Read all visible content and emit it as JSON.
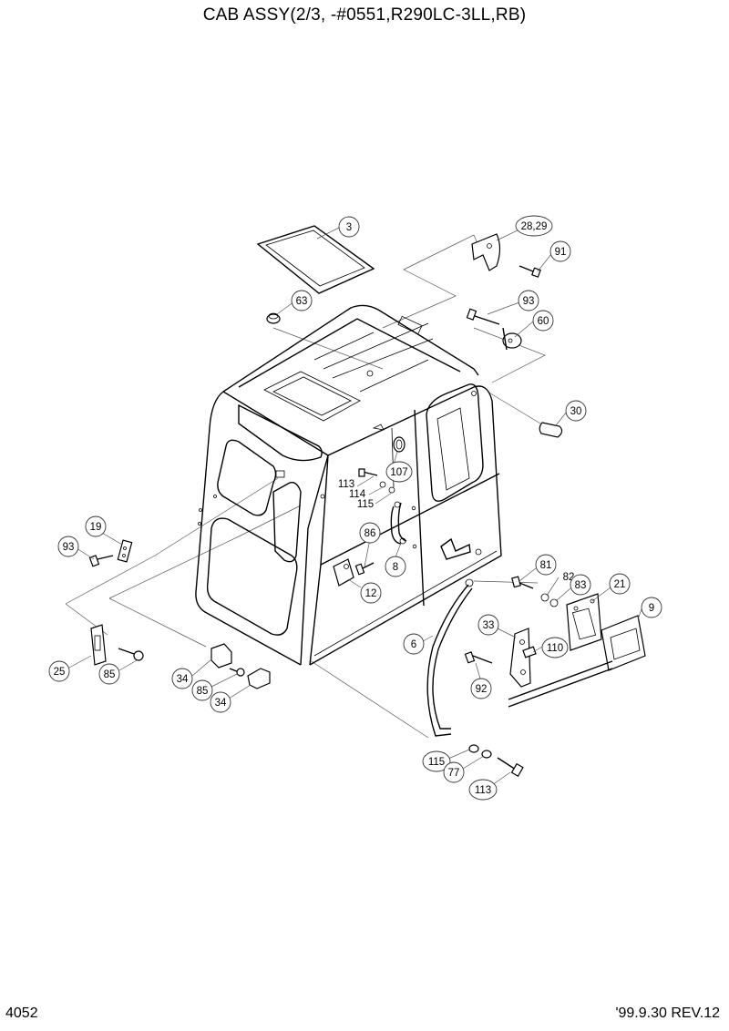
{
  "header": {
    "title": "CAB ASSY(2/3, -#0551,R290LC-3LL,RB)"
  },
  "footer": {
    "page_number": "4052",
    "revision": "'99.9.30 REV.12"
  },
  "callouts": [
    {
      "id": "c3",
      "label": "3"
    },
    {
      "id": "c2829",
      "label": "28,29"
    },
    {
      "id": "c91",
      "label": "91"
    },
    {
      "id": "c63",
      "label": "63"
    },
    {
      "id": "c93a",
      "label": "93"
    },
    {
      "id": "c60",
      "label": "60"
    },
    {
      "id": "c30",
      "label": "30"
    },
    {
      "id": "c107",
      "label": "107"
    },
    {
      "id": "c113a",
      "label": "113"
    },
    {
      "id": "c114",
      "label": "114"
    },
    {
      "id": "c115a",
      "label": "115"
    },
    {
      "id": "c86",
      "label": "86"
    },
    {
      "id": "c8",
      "label": "8"
    },
    {
      "id": "c19",
      "label": "19"
    },
    {
      "id": "c93b",
      "label": "93"
    },
    {
      "id": "c12",
      "label": "12"
    },
    {
      "id": "c81",
      "label": "81"
    },
    {
      "id": "c82",
      "label": "82"
    },
    {
      "id": "c83",
      "label": "83"
    },
    {
      "id": "c21",
      "label": "21"
    },
    {
      "id": "c9",
      "label": "9"
    },
    {
      "id": "c33",
      "label": "33"
    },
    {
      "id": "c6",
      "label": "6"
    },
    {
      "id": "c110",
      "label": "110"
    },
    {
      "id": "c92",
      "label": "92"
    },
    {
      "id": "c25",
      "label": "25"
    },
    {
      "id": "c85a",
      "label": "85"
    },
    {
      "id": "c34a",
      "label": "34"
    },
    {
      "id": "c85b",
      "label": "85"
    },
    {
      "id": "c34b",
      "label": "34"
    },
    {
      "id": "c115b",
      "label": "115"
    },
    {
      "id": "c77",
      "label": "77"
    },
    {
      "id": "c113b",
      "label": "113"
    }
  ]
}
